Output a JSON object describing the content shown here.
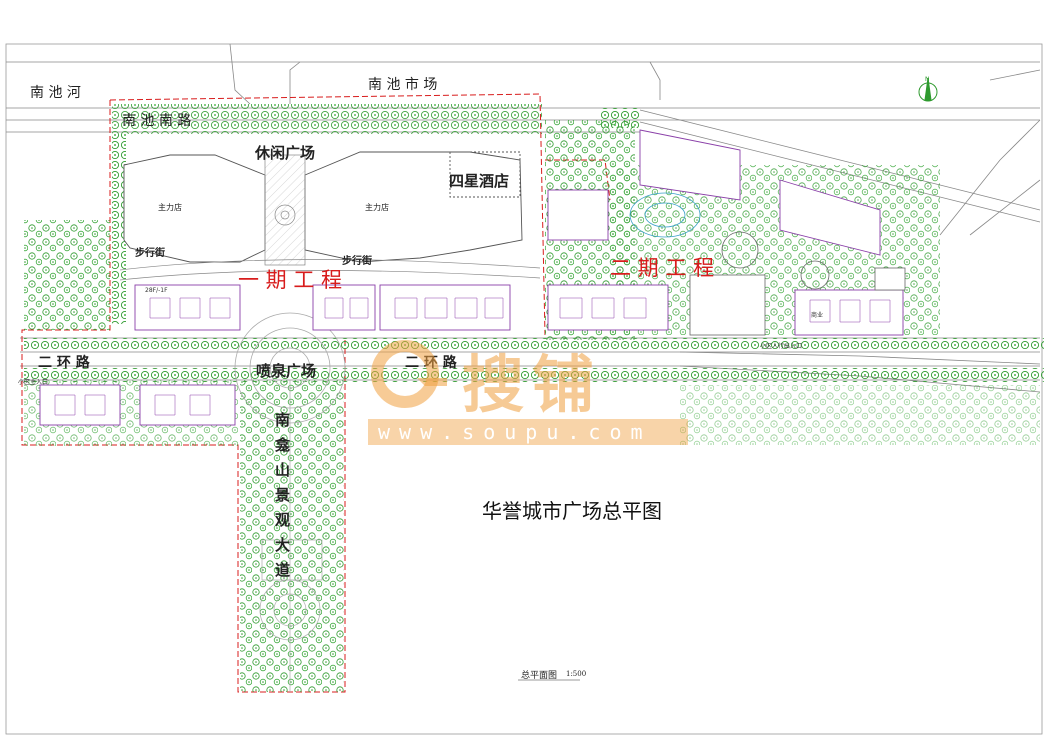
{
  "labels": {
    "nanchi_river": "南    池    河",
    "nanchi_market": "南    池    市    场",
    "nanchi_road": "南    池    南    路",
    "leisure_plaza": "休闲广场",
    "four_star_hotel": "四星酒店",
    "main_store_left": "主力店",
    "main_store_right": "主力店",
    "pedestrian_left": "步行街",
    "pedestrian_right": "步行街",
    "phase_one": "一 期 工 程",
    "phase_two": "二 期 工 程",
    "second_ring_left": "二    环    路",
    "second_ring_right": "二    环    路",
    "fountain_plaza": "喷泉广场",
    "landscape_avenue": "南龛山景观大道",
    "plan_title": "华誉城市广场总平图",
    "plan_caption": "总平面图",
    "plan_scale": "1:500",
    "entrance_main": "小区主入口",
    "entrance_people": "小区人行出入口",
    "north_mark": "N",
    "commercial": "商业",
    "residential_tag": "28F/-1F"
  },
  "watermark": {
    "brand": "搜铺",
    "url": "www.soupu.com"
  },
  "colors": {
    "boundary_red": "#d81c1c",
    "tree_green": "#2e9a2e",
    "line_gray": "#888888",
    "watermark_orange": "#f0a040"
  }
}
